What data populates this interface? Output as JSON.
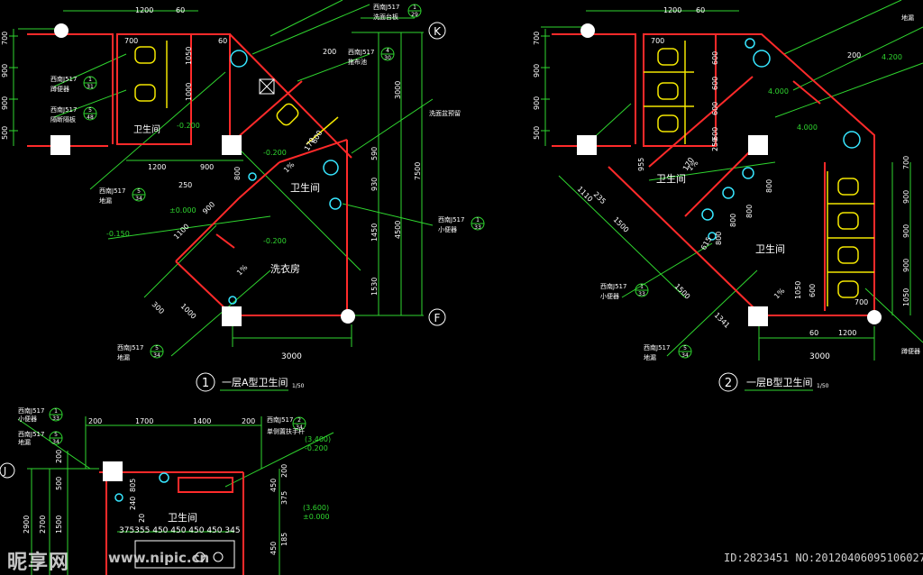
{
  "colors": {
    "background": "#000000",
    "wall": "#ff2a2a",
    "dimension": "#2fd62f",
    "text": "#ffffff",
    "fixture": "#f2e600",
    "axis_bubble": "#ffffff",
    "cyan_fixture": "#37e6ff"
  },
  "plan_a": {
    "title_num": "1",
    "title": "一层A型卫生间",
    "scale": "1/50",
    "axis_k": "K",
    "axis_f": "F",
    "rooms": {
      "toilet_upper": "卫生间",
      "toilet_right": "卫生间",
      "laundry": "洗衣房"
    },
    "levels": [
      "-0.200",
      "-0.200",
      "±0.000",
      "-0.150",
      "-0.200"
    ],
    "dims_top": [
      "1200",
      "60"
    ],
    "dims_left": [
      "700",
      "900",
      "900",
      "500"
    ],
    "dims_mid": [
      "1200",
      "900"
    ],
    "dims_right": [
      "3000",
      "590",
      "930",
      "1450",
      "1530",
      "4500",
      "7500"
    ],
    "dims_bottom": [
      "3000"
    ],
    "dims_misc": [
      "700",
      "1050",
      "1000",
      "250",
      "900",
      "1100",
      "300",
      "1000",
      "800",
      "600",
      "170",
      "200",
      "60"
    ],
    "refs": [
      {
        "atlas": "西南J517",
        "num": "1",
        "page": "29",
        "label": "洗面台板"
      },
      {
        "atlas": "西南J517",
        "num": "4",
        "page": "30",
        "label": "拖布池"
      },
      {
        "atlas": "西南J517",
        "num": "1",
        "page": "31",
        "label": "蹲便器"
      },
      {
        "atlas": "西南J517",
        "num": "5",
        "page": "48",
        "label": "隔断隔板"
      },
      {
        "atlas": "西南J517",
        "num": "5",
        "page": "34",
        "label": "地漏"
      },
      {
        "atlas": "西南J517",
        "num": "1",
        "page": "33",
        "label": "小便器"
      },
      {
        "atlas": "西南J517",
        "num": "5",
        "page": "34",
        "label": "地漏"
      }
    ],
    "note_mirror": "洗面盆预留",
    "fall": "1%"
  },
  "plan_b": {
    "title_num": "2",
    "title": "一层B型卫生间",
    "scale": "1/50",
    "rooms": {
      "toilet_left": "卫生间",
      "toilet_right": "卫生间"
    },
    "levels": [
      "4.200",
      "4.000",
      "4.000"
    ],
    "dims_top": [
      "1200",
      "60"
    ],
    "dims_left": [
      "700",
      "900",
      "900",
      "500"
    ],
    "dims_right": [
      "700",
      "900",
      "900",
      "900",
      "1050",
      "1050",
      "700"
    ],
    "dims_bottom": [
      "1200",
      "60",
      "3000"
    ],
    "dims_misc": [
      "700",
      "600",
      "600",
      "600",
      "600",
      "250",
      "170",
      "200",
      "955",
      "1110",
      "235",
      "1500",
      "1500",
      "615",
      "1341",
      "800",
      "800",
      "800",
      "800",
      "600"
    ],
    "refs": [
      {
        "atlas": "西南J517",
        "num": "1",
        "page": "33",
        "label": "小便器"
      },
      {
        "atlas": "西南J517",
        "num": "5",
        "page": "34",
        "label": "地漏"
      }
    ],
    "right_labels": [
      "地漏",
      "蹲便器"
    ],
    "fall": "1%"
  },
  "plan_c": {
    "room": "卫生间",
    "axis_j": "J",
    "dims_top": [
      "200",
      "1700",
      "1400",
      "200"
    ],
    "dims_left": [
      "200",
      "500",
      "2900",
      "1500",
      "2700"
    ],
    "dims_right": [
      "200",
      "450",
      "375",
      "450",
      "185"
    ],
    "dims_row": "375355 450 450 450 450 345",
    "dims_misc": [
      "805",
      "240",
      "20"
    ],
    "levels": [
      "(3.400)",
      "-0.200",
      "(3.600)",
      "±0.000"
    ],
    "refs": [
      {
        "atlas": "西南J517",
        "num": "1",
        "page": "33",
        "label": "小便器"
      },
      {
        "atlas": "西南J517",
        "num": "5",
        "page": "34",
        "label": "地漏"
      },
      {
        "atlas": "西南J517",
        "num": "2",
        "page": "34",
        "label": "单侧置扶手杆"
      }
    ]
  },
  "watermark": {
    "brand": "昵享网",
    "url": "www.nipic.cn"
  },
  "image_id": "ID:2823451 NO:20120406095106027345"
}
